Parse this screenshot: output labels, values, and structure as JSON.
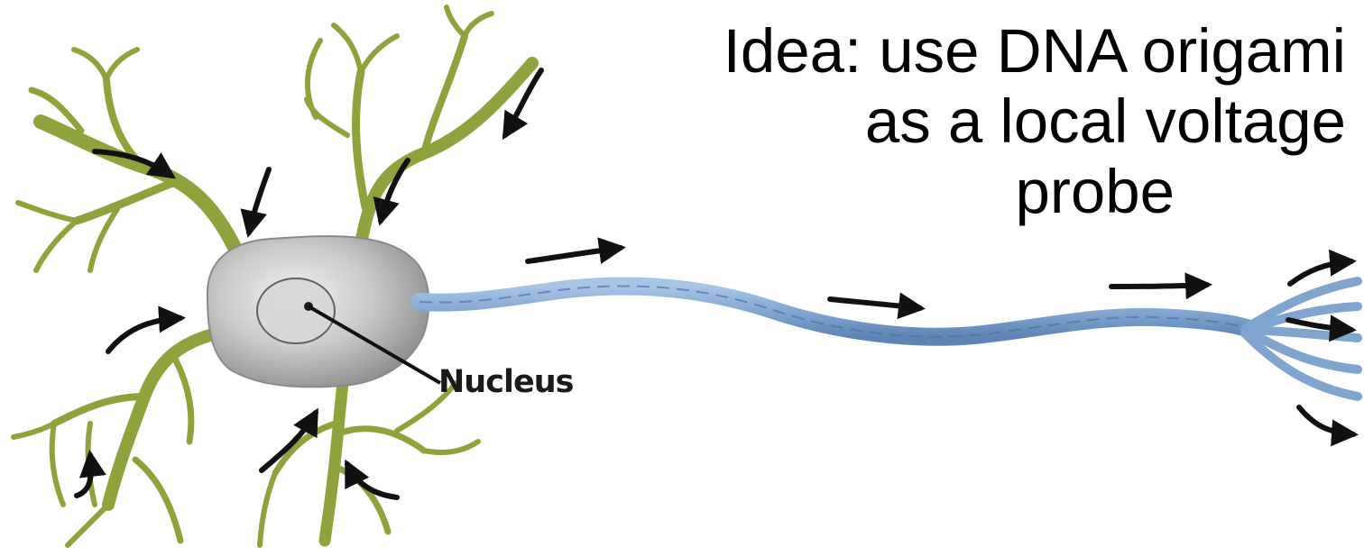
{
  "headline": {
    "line1": "Idea: use DNA origami",
    "line2": "as a local voltage",
    "line3": "probe"
  },
  "labels": {
    "nucleus": "Nucleus"
  },
  "colors": {
    "dendrite": "#8ea33c",
    "dendrite_dark": "#6c8426",
    "soma": "#c9c9c9",
    "axon": "#7fa4cf",
    "axon_dark": "#5d84b5",
    "arrow": "#111111"
  }
}
